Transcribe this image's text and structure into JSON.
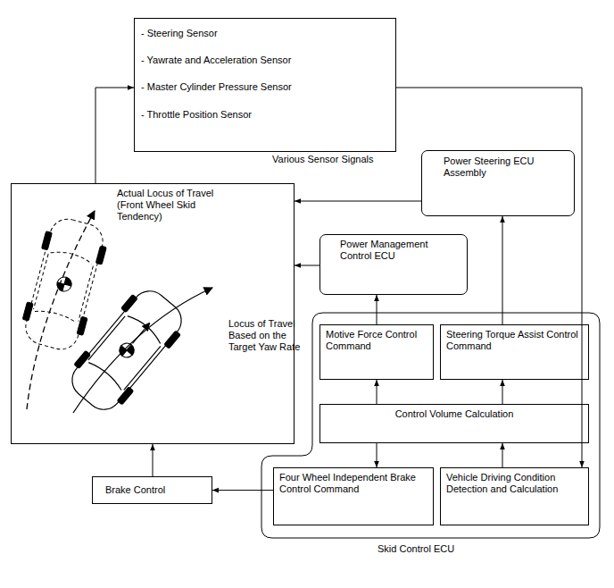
{
  "diagram": {
    "nodes": [
      {
        "text": [
          "- Steering Sensor",
          "- Yawrate and Acceleration Sensor",
          "- Master Cylinder Pressure Sensor",
          "- Throttle Position Sensor"
        ]
      },
      {
        "text": [
          "Power Steering ECU Assembly"
        ]
      },
      {
        "text": [
          "Actual Locus of Travel (Front Wheel Skid Tendency)",
          "Locus of Travel Based on the Target Yaw Rate"
        ]
      },
      {
        "text": [
          "Power Management Control ECU"
        ]
      },
      {
        "text": [
          "Skid Control ECU"
        ]
      },
      {
        "text": [
          "Motive Force Control Command"
        ],
        "in": 4
      },
      {
        "text": [
          "Steering Torque Assist Control Command"
        ],
        "in": 4
      },
      {
        "text": [
          "Control Volume Calculation"
        ],
        "in": 4
      },
      {
        "text": [
          "Four Wheel Independent Brake Control Command"
        ],
        "in": 4
      },
      {
        "text": [
          "Vehicle Driving Condition Detection and Calculation"
        ],
        "in": 4
      },
      {
        "text": [
          "Brake Control"
        ]
      }
    ],
    "edges": [
      {
        "from": 2,
        "to": 0,
        "arrow": "to"
      },
      {
        "from": 0,
        "to": 9,
        "arrow": "to"
      },
      {
        "from": 1,
        "to": 2,
        "arrow": "to"
      },
      {
        "from": 3,
        "to": 2,
        "arrow": "to"
      },
      {
        "from": 5,
        "to": 3,
        "arrow": "to"
      },
      {
        "from": 6,
        "to": 1,
        "arrow": "to"
      },
      {
        "from": 7,
        "to": 5,
        "arrow": "to"
      },
      {
        "from": 7,
        "to": 6,
        "arrow": "to"
      },
      {
        "from": 7,
        "to": 8,
        "arrow": "to"
      },
      {
        "from": 9,
        "to": 7,
        "arrow": "to"
      },
      {
        "from": 8,
        "to": 10,
        "arrow": "to"
      },
      {
        "from": 10,
        "to": 2,
        "arrow": "to"
      }
    ],
    "labels": [
      "Various Sensor Signals"
    ]
  }
}
